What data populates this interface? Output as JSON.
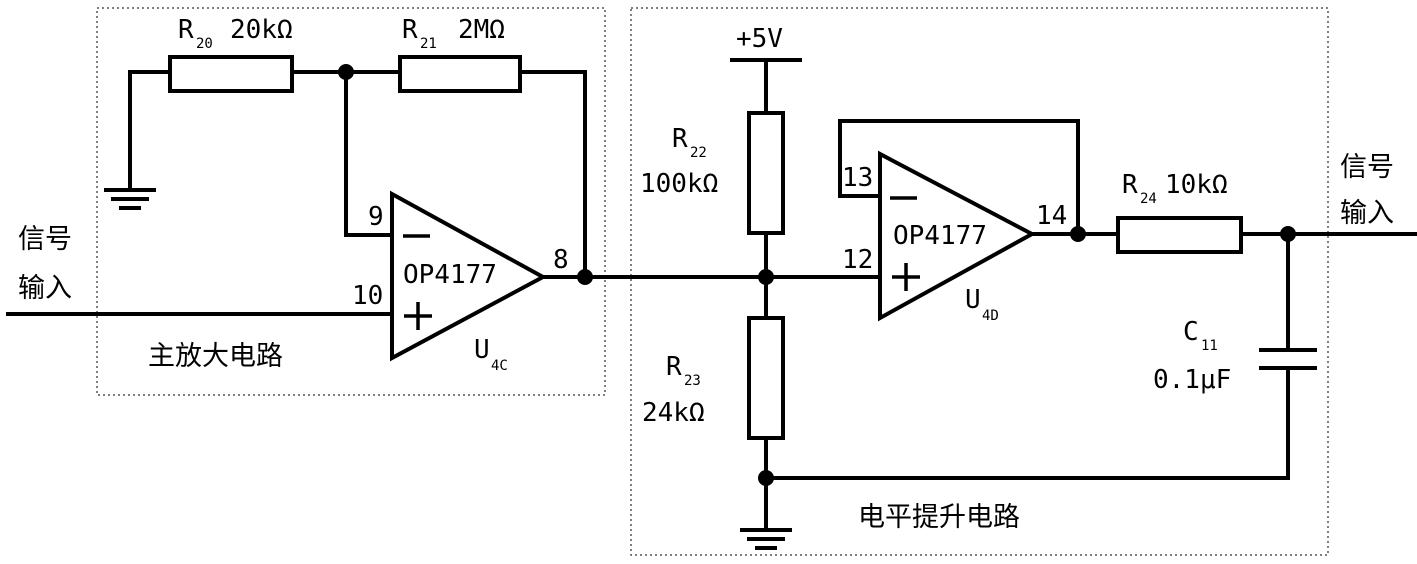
{
  "blocks": {
    "main_amp": "主放大电路",
    "level_shift": "电平提升电路"
  },
  "io": {
    "input_line1": "信号",
    "input_line2": "输入",
    "output_line1": "信号",
    "output_line2": "输入"
  },
  "supply": "+5V",
  "resistors": {
    "r20": {
      "name": "R",
      "sub": "20",
      "value": "20kΩ"
    },
    "r21": {
      "name": "R",
      "sub": "21",
      "value": "2MΩ"
    },
    "r22": {
      "name": "R",
      "sub": "22",
      "value": "100kΩ"
    },
    "r23": {
      "name": "R",
      "sub": "23",
      "value": "24kΩ"
    },
    "r24": {
      "name": "R",
      "sub": "24",
      "value": "10kΩ"
    }
  },
  "capacitor": {
    "name": "C",
    "sub": "11",
    "value": "0.1μF"
  },
  "opamps": {
    "u4c": {
      "model": "OP4177",
      "name": "U",
      "sub": "4C",
      "pin_inv": "9",
      "pin_noninv": "10",
      "pin_out": "8"
    },
    "u4d": {
      "model": "OP4177",
      "name": "U",
      "sub": "4D",
      "pin_inv": "13",
      "pin_noninv": "12",
      "pin_out": "14"
    }
  },
  "signs": {
    "minus": "−",
    "plus": "+"
  }
}
